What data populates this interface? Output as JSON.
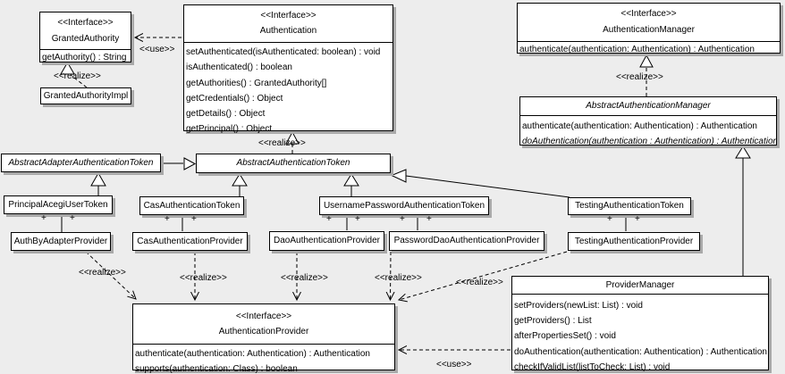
{
  "labels": {
    "use": "<<use>>",
    "realize": "<<realize>>",
    "plus": "+"
  },
  "colors": {
    "background": "#ededed",
    "box_fill": "#ffffff",
    "line": "#000000",
    "shadow": "#a9a9a9"
  },
  "classes": {
    "granted_authority": {
      "stereotype": "<<Interface>>",
      "name": "GrantedAuthority",
      "methods": [
        "getAuthority() : String"
      ]
    },
    "granted_authority_impl": {
      "name": "GrantedAuthorityImpl"
    },
    "authentication": {
      "stereotype": "<<Interface>>",
      "name": "Authentication",
      "methods": [
        "setAuthenticated(isAuthenticated: boolean) : void",
        "isAuthenticated() : boolean",
        "getAuthorities() : GrantedAuthority[]",
        "getCredentials() : Object",
        "getDetails() : Object",
        "getPrincipal() : Object"
      ]
    },
    "authentication_manager": {
      "stereotype": "<<Interface>>",
      "name": "AuthenticationManager",
      "methods": [
        "authenticate(authentication: Authentication) : Authentication"
      ]
    },
    "abstract_authentication_manager": {
      "name": "AbstractAuthenticationManager",
      "methods": [
        "authenticate(authentication: Authentication) : Authentication",
        "doAuthentication(authentication : Authentication) : Authentication"
      ]
    },
    "abstract_adapter_authentication_token": {
      "name": "AbstractAdapterAuthenticationToken"
    },
    "abstract_authentication_token": {
      "name": "AbstractAuthenticationToken"
    },
    "principal_acegi_user_token": {
      "name": "PrincipalAcegiUserToken"
    },
    "cas_authentication_token": {
      "name": "CasAuthenticationToken"
    },
    "username_password_authentication_token": {
      "name": "UsernamePasswordAuthenticationToken"
    },
    "testing_authentication_token": {
      "name": "TestingAuthenticationToken"
    },
    "auth_by_adapter_provider": {
      "name": "AuthByAdapterProvider"
    },
    "cas_authentication_provider": {
      "name": "CasAuthenticationProvider"
    },
    "dao_authentication_provider": {
      "name": "DaoAuthenticationProvider"
    },
    "password_dao_authentication_provider": {
      "name": "PasswordDaoAuthenticationProvider"
    },
    "testing_authentication_provider": {
      "name": "TestingAuthenticationProvider"
    },
    "authentication_provider": {
      "stereotype": "<<Interface>>",
      "name": "AuthenticationProvider",
      "methods": [
        "authenticate(authentication: Authentication) : Authentication",
        "supports(authentication: Class) : boolean"
      ]
    },
    "provider_manager": {
      "name": "ProviderManager",
      "methods": [
        "setProviders(newList: List) : void",
        "getProviders() : List",
        "afterPropertiesSet() : void",
        "doAuthentication(authentication: Authentication) : Authentication",
        "checkIfValidList(listToCheck: List) : void"
      ]
    }
  }
}
